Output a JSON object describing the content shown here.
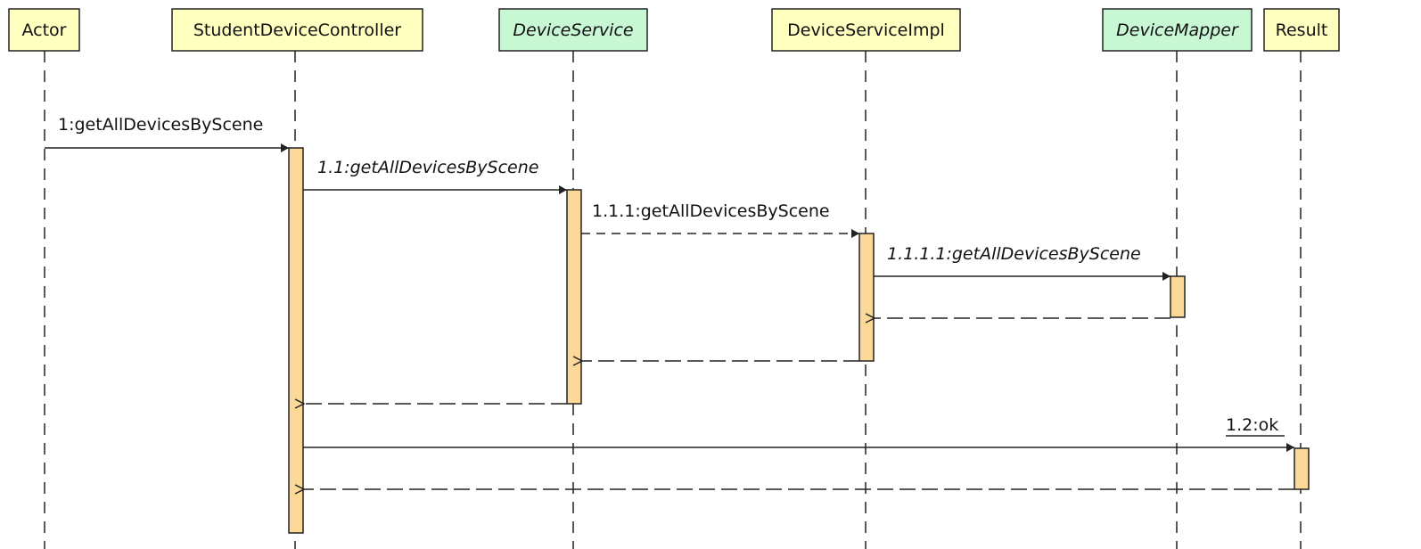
{
  "diagram": {
    "type": "sequence",
    "colors": {
      "class_box": "#ffffc0",
      "interface_box": "#c8f7d4",
      "activation": "#fcd998",
      "line": "#222222"
    },
    "lifelines": [
      {
        "id": "actor",
        "label": "Actor",
        "kind": "class"
      },
      {
        "id": "controller",
        "label": "StudentDeviceController",
        "kind": "class"
      },
      {
        "id": "service",
        "label": "DeviceService",
        "kind": "interface"
      },
      {
        "id": "service_impl",
        "label": "DeviceServiceImpl",
        "kind": "class"
      },
      {
        "id": "mapper",
        "label": "DeviceMapper",
        "kind": "interface"
      },
      {
        "id": "result",
        "label": "Result",
        "kind": "class"
      }
    ],
    "messages": [
      {
        "from": "actor",
        "to": "controller",
        "label": "1:getAllDevicesByScene",
        "style": "sync",
        "label_italic": false,
        "label_underline": false
      },
      {
        "from": "controller",
        "to": "service",
        "label": "1.1:getAllDevicesByScene",
        "style": "sync",
        "label_italic": true,
        "label_underline": false
      },
      {
        "from": "service",
        "to": "service_impl",
        "label": "1.1.1:getAllDevicesByScene",
        "style": "dashed-call",
        "label_italic": false,
        "label_underline": false
      },
      {
        "from": "service_impl",
        "to": "mapper",
        "label": "1.1.1.1:getAllDevicesByScene",
        "style": "sync",
        "label_italic": true,
        "label_underline": false
      },
      {
        "from": "mapper",
        "to": "service_impl",
        "label": "",
        "style": "return"
      },
      {
        "from": "service_impl",
        "to": "service",
        "label": "",
        "style": "return"
      },
      {
        "from": "service",
        "to": "controller",
        "label": "",
        "style": "return"
      },
      {
        "from": "controller",
        "to": "result",
        "label": "1.2:ok",
        "style": "sync",
        "label_italic": false,
        "label_underline": true
      },
      {
        "from": "result",
        "to": "controller",
        "label": "",
        "style": "return"
      }
    ]
  }
}
